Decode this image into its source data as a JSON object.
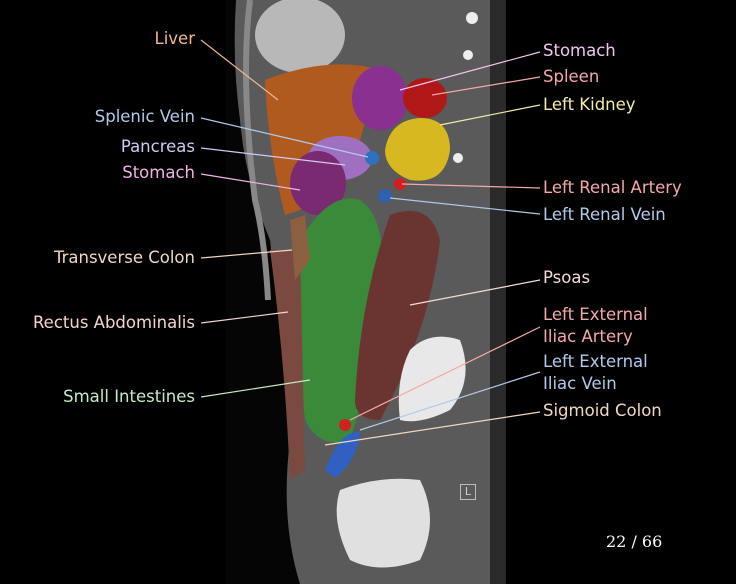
{
  "viewer": {
    "slice_counter": "22 / 66",
    "orientation_marker": "L"
  },
  "labels_left": [
    {
      "text": "Liver",
      "color": "#f0b890"
    },
    {
      "text": "Splenic Vein",
      "color": "#b0cbea"
    },
    {
      "text": "Pancreas",
      "color": "#d4c8f4"
    },
    {
      "text": "Stomach",
      "color": "#f0b4e4"
    },
    {
      "text": "Transverse Colon",
      "color": "#f0d8c0"
    },
    {
      "text": "Rectus Abdominalis",
      "color": "#f4d4cc"
    },
    {
      "text": "Small Intestines",
      "color": "#c4ecc4"
    }
  ],
  "labels_right": [
    {
      "text": "Stomach",
      "color": "#f4c4f0"
    },
    {
      "text": "Spleen",
      "color": "#f4a8a8"
    },
    {
      "text": "Left Kidney",
      "color": "#f4eca8"
    },
    {
      "text": "Left Renal Artery",
      "color": "#f4a8a8"
    },
    {
      "text": "Left Renal Vein",
      "color": "#b0cbea"
    },
    {
      "text": "Psoas",
      "color": "#f4dcd4"
    },
    {
      "text": "Left External",
      "text2": "Iliac Artery",
      "color": "#f4a8a8"
    },
    {
      "text": "Left External",
      "text2": "Iliac Vein",
      "color": "#b0cbea"
    },
    {
      "text": "Sigmoid Colon",
      "color": "#f0d8c0"
    }
  ]
}
